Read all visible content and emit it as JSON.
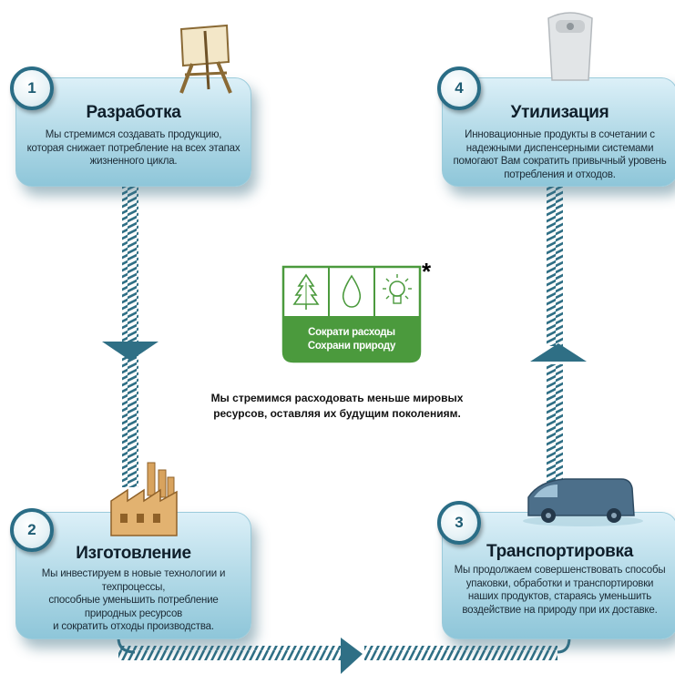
{
  "steps": [
    {
      "number": "1",
      "title": "Разработка",
      "text": "Мы стремимся создавать продукцию,\nкоторая снижает потребление на всех этапах\nжизненного цикла."
    },
    {
      "number": "2",
      "title": "Изготовление",
      "text": "Мы инвестируем в новые технологии и\nтехпроцессы,\nспособные уменьшить потребление\nприродных ресурсов\nи сократить отходы производства."
    },
    {
      "number": "3",
      "title": "Транспортировка",
      "text": "Мы продолжаем совершенствовать способы\nупаковки, обработки и транспортировки\nнаших продуктов, стараясь уменьшить\nвоздействие на природу при их доставке."
    },
    {
      "number": "4",
      "title": "Утилизация",
      "text": "Инновационные продукты в сочетании с\nнадежными диспенсерными системами\nпомогают Вам сократить привычный уровень\nпотребления и отходов."
    }
  ],
  "eco_badge": {
    "line1": "Сократи расходы",
    "line2": "Сохрани природу",
    "asterisk": "*",
    "icons": [
      "tree-icon",
      "water-drop-icon",
      "light-bulb-icon"
    ]
  },
  "center_text": "Мы стремимся расходовать меньше мировых\nресурсов, оставляя их будущим поколениям.",
  "colors": {
    "accent": "#2a6d86",
    "card": "#b7dce9",
    "eco_green": "#4b9a3d"
  }
}
